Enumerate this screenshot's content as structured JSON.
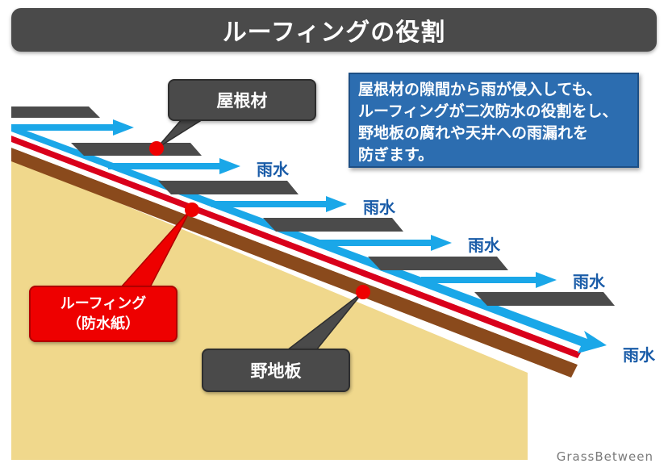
{
  "title": "ルーフィングの役割",
  "callouts": {
    "roofing_material": "屋根材",
    "roofing_line1": "ルーフィング",
    "roofing_line2": "（防水紙）",
    "sheathing_board": "野地板"
  },
  "description_lines": [
    "屋根材の隙間から雨が侵入しても、",
    "ルーフィングが二次防水の役割をし、",
    "野地板の腐れや天井への雨漏れを",
    "防ぎます。"
  ],
  "rain_label": "雨水",
  "watermark": "GrassBetween",
  "colors": {
    "banner": "#4a4a4a",
    "info_box": "#2c6db0",
    "rain_arrow": "#1aa7e8",
    "roofing": "#d9001b",
    "sheathing": "#8a4a1c",
    "ground": "#f0d88c",
    "roof_tile": "#4b4b4b",
    "marker": "#ee0000"
  }
}
